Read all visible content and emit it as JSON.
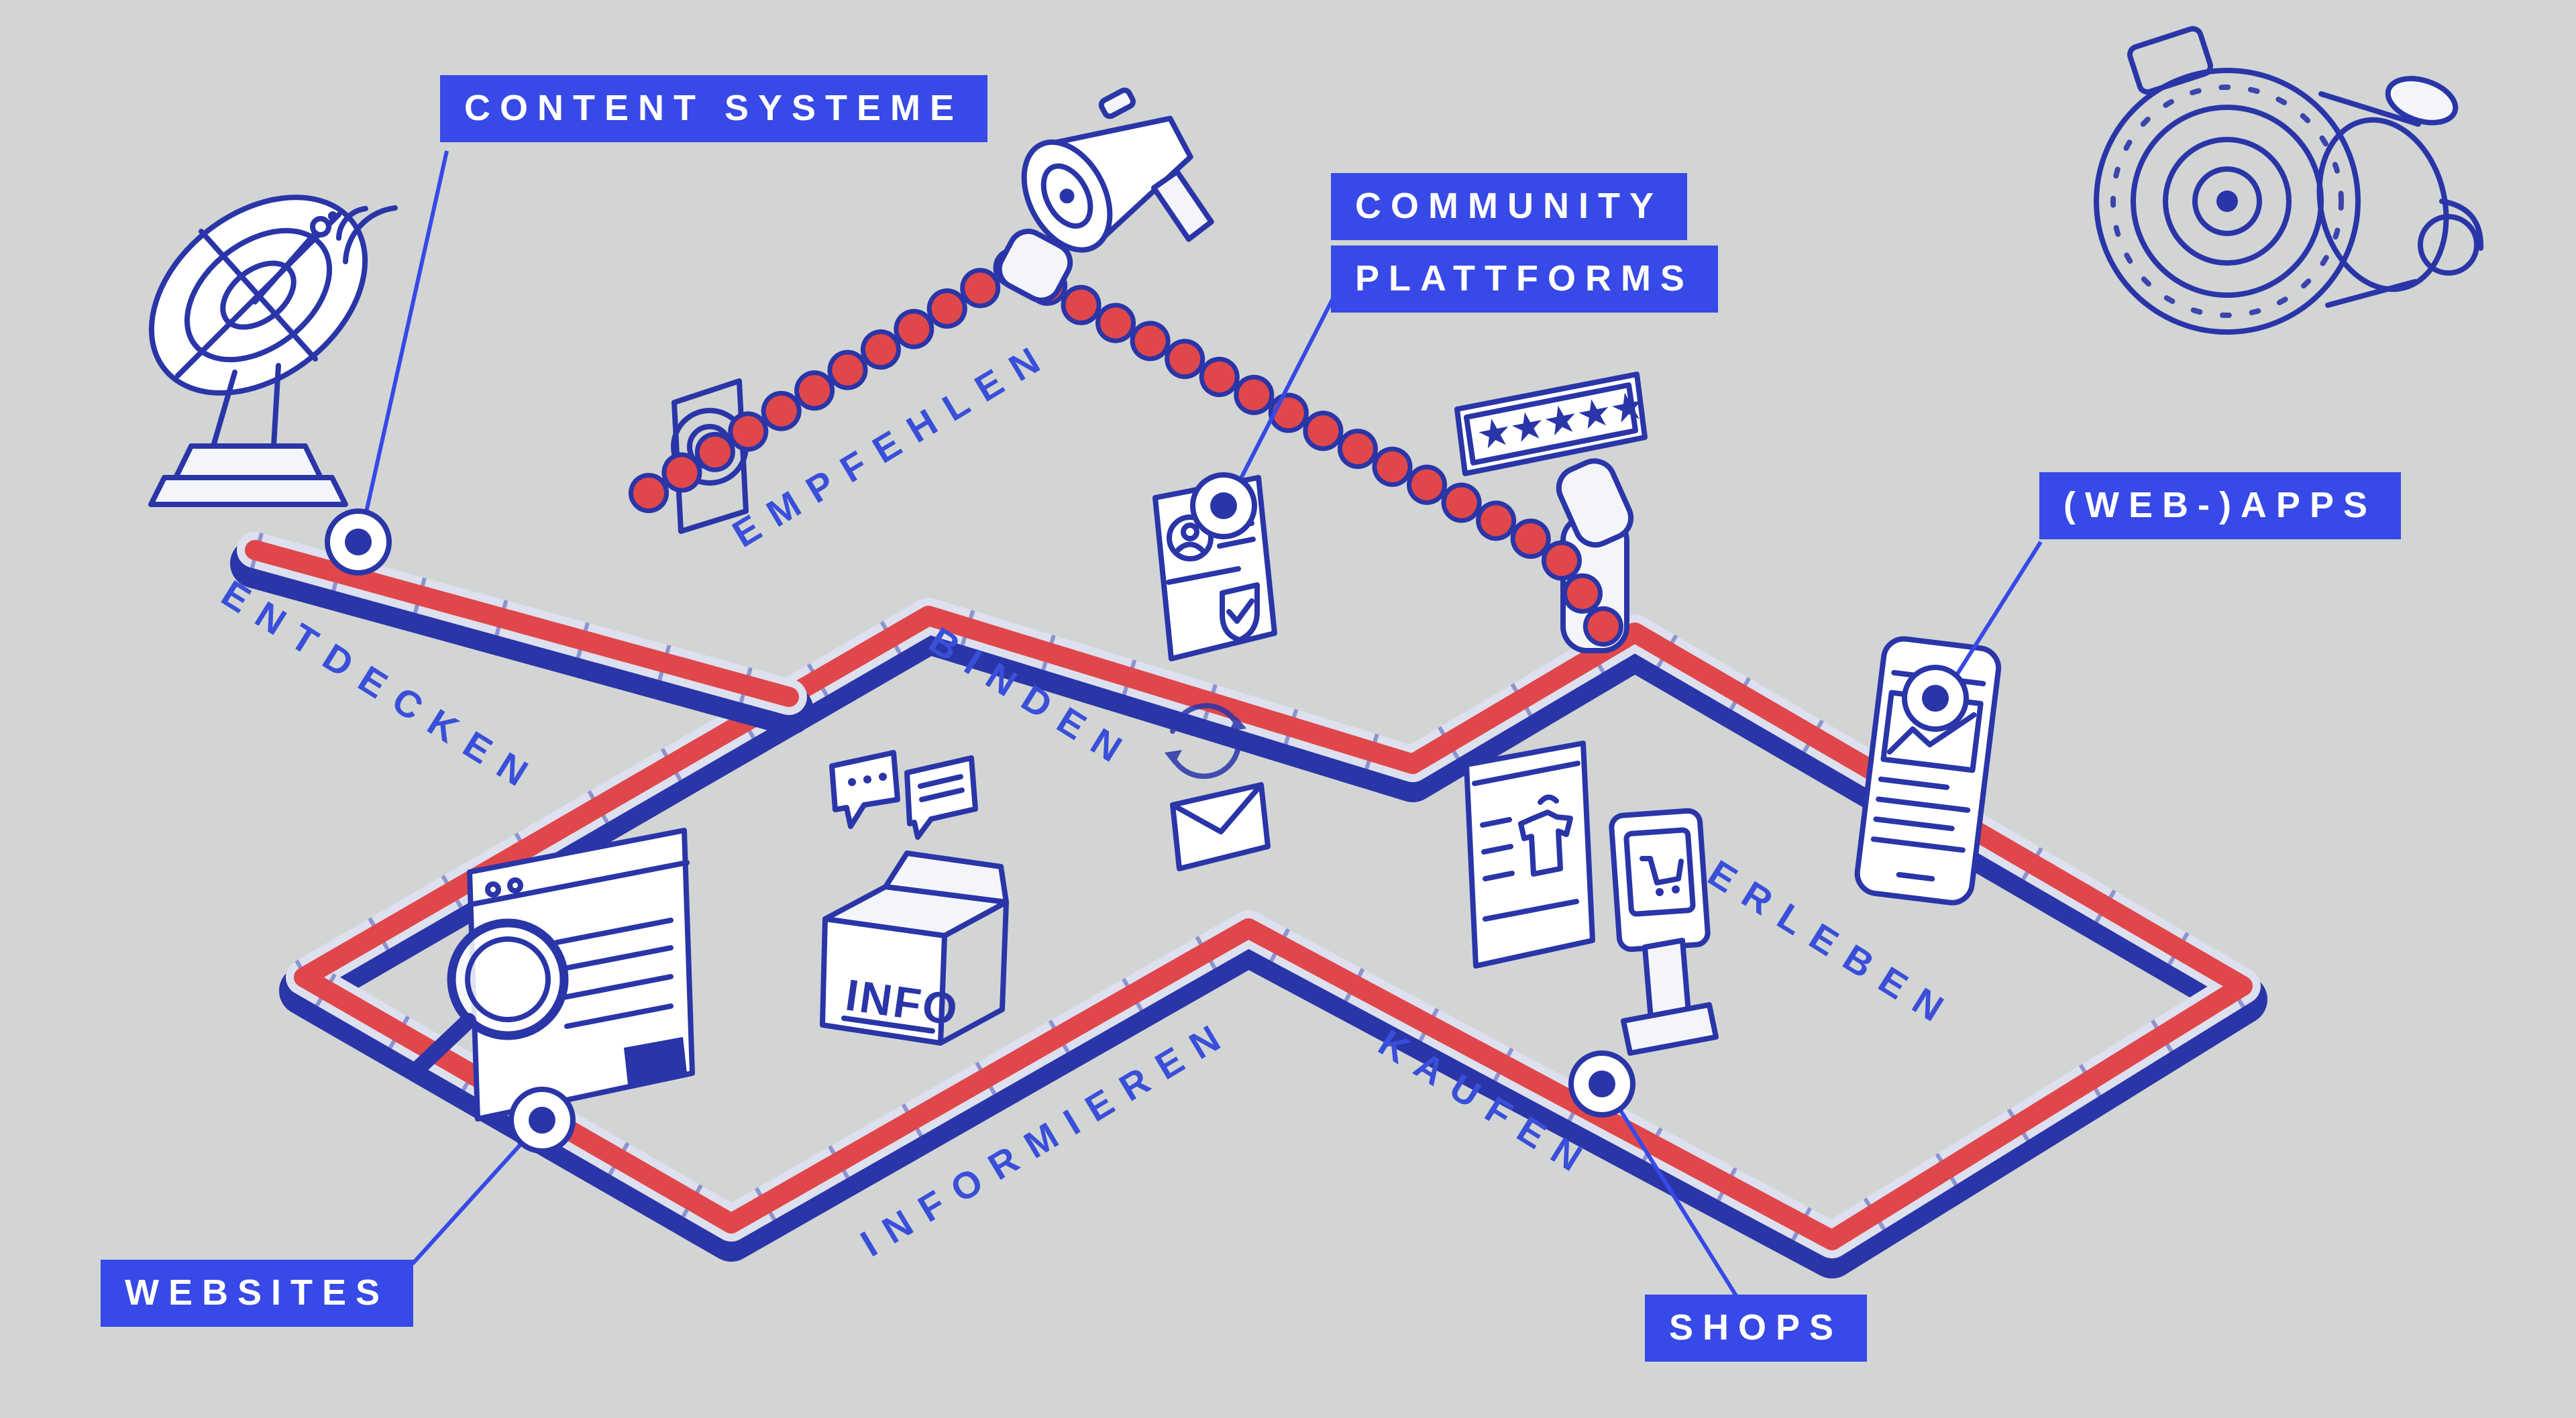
{
  "colors": {
    "ink": "#2a35a8",
    "red": "#e0474a",
    "label_bg": "#3749e6",
    "label_text": "#ffffff",
    "background": "#d2d5d3"
  },
  "callouts": {
    "content_systeme": {
      "label": "CONTENT SYSTEME"
    },
    "community": {
      "line1": "COMMUNITY",
      "line2": "PLATTFORMS"
    },
    "web_apps": {
      "label": "(WEB-)APPS"
    },
    "websites": {
      "label": "WEBSITES"
    },
    "shops": {
      "label": "SHOPS"
    }
  },
  "stages": [
    {
      "label": "ENTDECKEN"
    },
    {
      "label": "EMPFEHLEN"
    },
    {
      "label": "BINDEN"
    },
    {
      "label": "INFORMIEREN"
    },
    {
      "label": "KAUFEN"
    },
    {
      "label": "ERLEBEN"
    }
  ],
  "info_box": {
    "text": "INFO"
  },
  "rating": {
    "stars": "★★★★★"
  },
  "icons": {
    "satellite_dish": "satellite-dish-icon",
    "megaphone": "megaphone-icon",
    "engine_gear": "gear-icon",
    "browser_search": "browser-search-icon",
    "chat_bubbles": "chat-bubbles-icon",
    "info_box": "info-box-icon",
    "envelope": "envelope-icon",
    "sync_arrows": "sync-icon",
    "profile_card": "profile-card-icon",
    "star_rating": "star-rating-icon",
    "shop_window": "shop-window-icon",
    "kiosk": "kiosk-icon",
    "phone_app": "phone-app-icon"
  }
}
